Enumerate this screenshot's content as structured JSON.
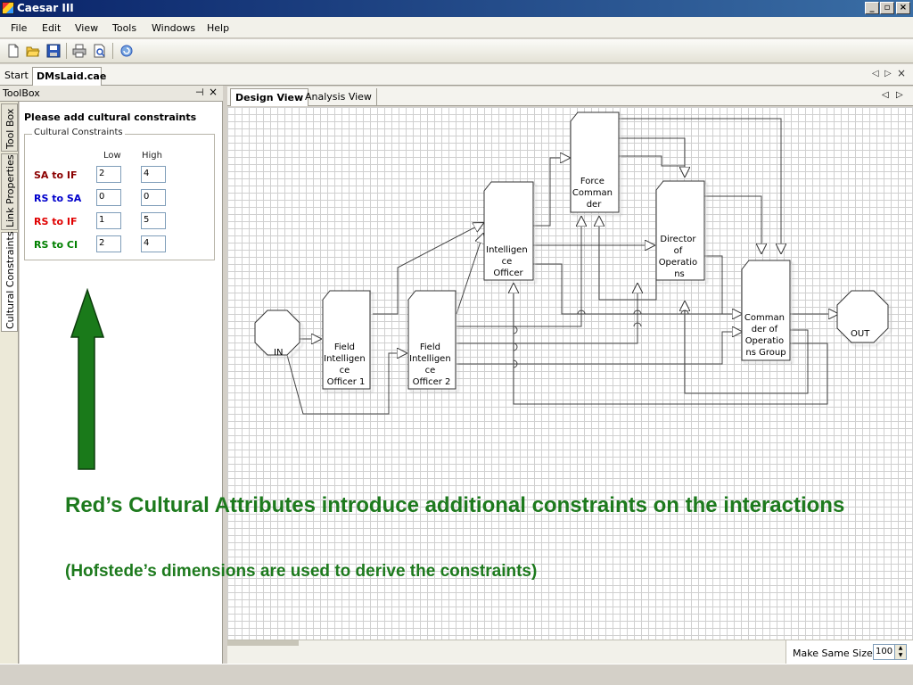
{
  "window": {
    "title": "Caesar III",
    "min_label": "_",
    "max_label": "▫",
    "close_label": "×"
  },
  "menu": [
    "File",
    "Edit",
    "View",
    "Tools",
    "Windows",
    "Help"
  ],
  "toolbar_icons": [
    "new-file-icon",
    "open-folder-icon",
    "save-icon",
    "print-icon",
    "print-preview-icon",
    "refresh-icon"
  ],
  "doc_tabs": {
    "start": "Start",
    "active": "DMsLaid.cae",
    "nav_left": "◁",
    "nav_right": "▷",
    "close": "×"
  },
  "toolbox": {
    "title": "ToolBox",
    "pin": "⊣",
    "close": "×",
    "side_tabs": [
      "Tool Box",
      "Link Properties",
      "Cultural Constraints"
    ],
    "heading": "Please add cultural constraints",
    "group_title": "Cultural Constraints",
    "col_low": "Low",
    "col_high": "High",
    "rows": [
      {
        "label": "SA to IF",
        "low": "2",
        "high": "4",
        "color": "#8b0000"
      },
      {
        "label": "RS to SA",
        "low": "0",
        "high": "0",
        "color": "#0000cc"
      },
      {
        "label": "RS to IF",
        "low": "1",
        "high": "5",
        "color": "#e00000"
      },
      {
        "label": "RS to CI",
        "low": "2",
        "high": "4",
        "color": "#008000"
      }
    ]
  },
  "design": {
    "tabs": [
      "Design View",
      "Analysis View"
    ],
    "nav_left": "◁",
    "nav_right": "▷",
    "nodes": {
      "in": "IN",
      "out": "OUT",
      "fio1": [
        "Field",
        "Intelligen",
        "ce",
        "Officer 1"
      ],
      "fio2": [
        "Field",
        "Intelligen",
        "ce",
        "Officer 2"
      ],
      "io": [
        "Intelligen",
        "ce",
        "Officer"
      ],
      "fc": [
        "Force",
        "Comman",
        "der"
      ],
      "doo": [
        "Director",
        "of",
        "Operatio",
        "ns"
      ],
      "cog": [
        "Comman",
        "der of",
        "Operatio",
        "ns Group"
      ]
    },
    "size_label": "Make Same Size",
    "size_value": "100"
  },
  "annotation": {
    "line1": "Red’s Cultural Attributes introduce additional constraints on the interactions",
    "line2": "(Hofstede’s dimensions are used to derive the constraints)",
    "color": "#1d7a1d"
  }
}
